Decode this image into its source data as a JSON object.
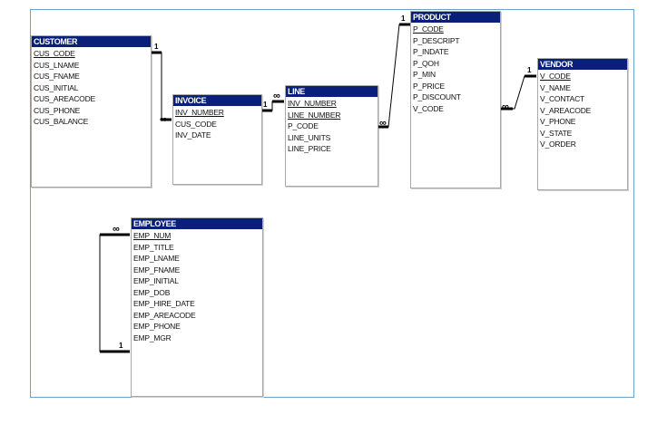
{
  "tables": {
    "customer": {
      "title": "CUSTOMER",
      "fields": [
        "CUS_CODE",
        "CUS_LNAME",
        "CUS_FNAME",
        "CUS_INITIAL",
        "CUS_AREACODE",
        "CUS_PHONE",
        "CUS_BALANCE"
      ]
    },
    "invoice": {
      "title": "INVOICE",
      "fields": [
        "INV_NUMBER",
        "CUS_CODE",
        "INV_DATE"
      ]
    },
    "line": {
      "title": "LINE",
      "fields": [
        "INV_NUMBER",
        "LINE_NUMBER",
        "P_CODE",
        "LINE_UNITS",
        "LINE_PRICE"
      ]
    },
    "product": {
      "title": "PRODUCT",
      "fields": [
        "P_CODE",
        "P_DESCRIPT",
        "P_INDATE",
        "P_QOH",
        "P_MIN",
        "P_PRICE",
        "P_DISCOUNT",
        "V_CODE"
      ]
    },
    "vendor": {
      "title": "VENDOR",
      "fields": [
        "V_CODE",
        "V_NAME",
        "V_CONTACT",
        "V_AREACODE",
        "V_PHONE",
        "V_STATE",
        "V_ORDER"
      ]
    },
    "employee": {
      "title": "EMPLOYEE",
      "fields": [
        "EMP_NUM",
        "EMP_TITLE",
        "EMP_LNAME",
        "EMP_FNAME",
        "EMP_INITIAL",
        "EMP_DOB",
        "EMP_HIRE_DATE",
        "EMP_AREACODE",
        "EMP_PHONE",
        "EMP_MGR"
      ]
    }
  },
  "relationships": {
    "customer_invoice": {
      "one": "1",
      "many": "∞"
    },
    "invoice_line": {
      "one": "1",
      "many": "∞"
    },
    "product_line": {
      "one": "1",
      "many": "∞"
    },
    "vendor_product": {
      "one": "1",
      "many": "∞"
    },
    "employee_self": {
      "one": "1",
      "many": "∞"
    }
  },
  "colors": {
    "title_bar": "#0a1f7a",
    "frame_border": "#6f9fc8",
    "line": "#000000"
  }
}
